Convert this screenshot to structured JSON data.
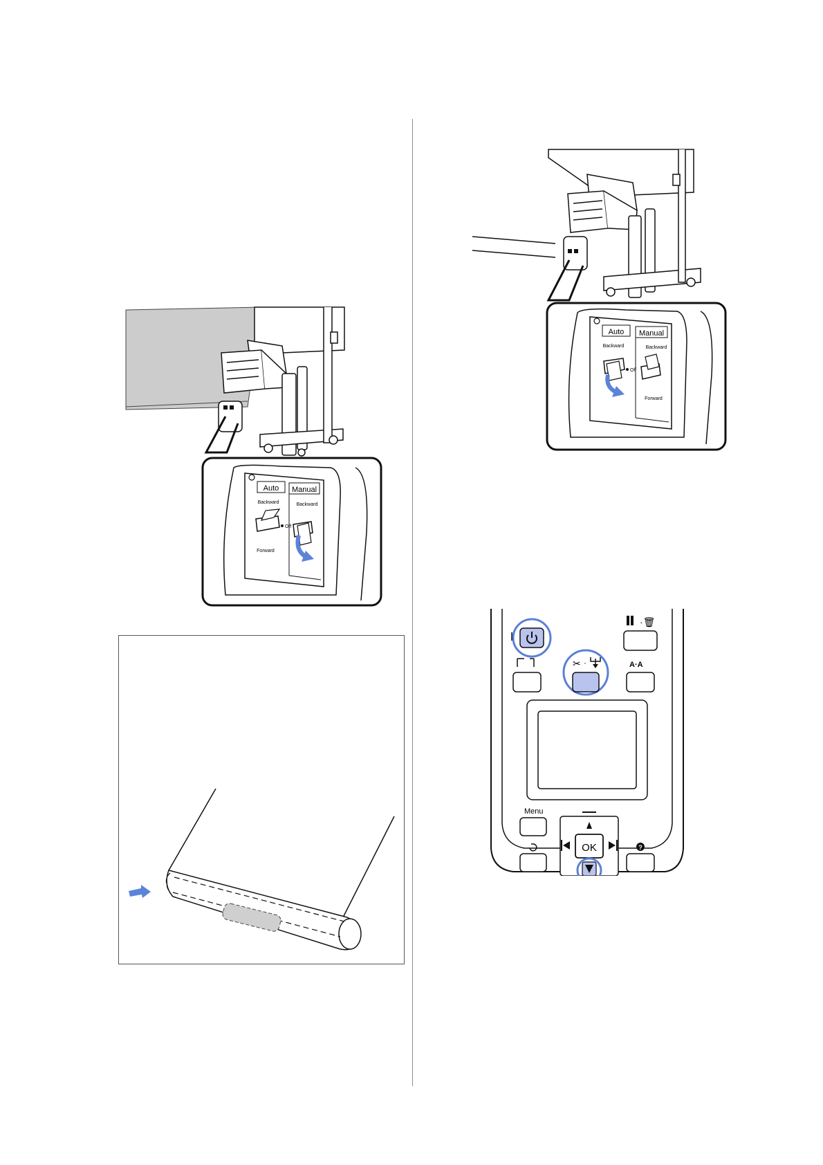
{
  "figures": {
    "switch_manual_backward_to_forward": {
      "auto_label": "Auto",
      "manual_label": "Manual",
      "backward_label": "Backward",
      "forward_label": "Forward",
      "off_label": "Off"
    },
    "switch_auto_backward": {
      "auto_label": "Auto",
      "manual_label": "Manual",
      "backward_label": "Backward",
      "forward_label": "Forward",
      "off_label": "Off"
    },
    "control_panel": {
      "menu_label": "Menu",
      "ok_label": "OK",
      "highlighted_buttons": [
        "power-button",
        "cut-feed-button",
        "down-arrow-button"
      ]
    }
  },
  "colors": {
    "highlight": "#5b7fd9",
    "highlight_fill": "#b9c3ee",
    "arrow": "#5b84d8",
    "paper_gray": "#cfcfcf"
  }
}
